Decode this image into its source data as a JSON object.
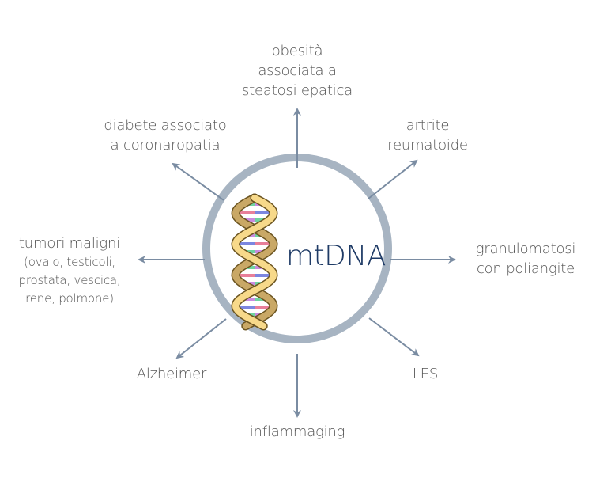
{
  "center": {
    "label": "mtDNA",
    "icon": "dna-helix-icon"
  },
  "colors": {
    "ring": "#a7b4c2",
    "arrow": "#7a8ca2",
    "text": "#555555",
    "center_text": "#1f3b66"
  },
  "conditions": {
    "top": [
      "obesità",
      "associata a",
      "steatosi epatica"
    ],
    "top_left": [
      "diabete associato",
      "a coronaropatia"
    ],
    "top_right": [
      "artrite",
      "reumatoide"
    ],
    "right": [
      "granulomatosi",
      "con poliangite"
    ],
    "left": {
      "title": "tumori maligni",
      "details": [
        "(ovaio, testicoli,",
        "prostata, vescica,",
        "rene, polmone)"
      ]
    },
    "bottom_left": [
      "Alzheimer"
    ],
    "bottom_right": [
      "LES"
    ],
    "bottom": [
      "inflammaging"
    ]
  }
}
